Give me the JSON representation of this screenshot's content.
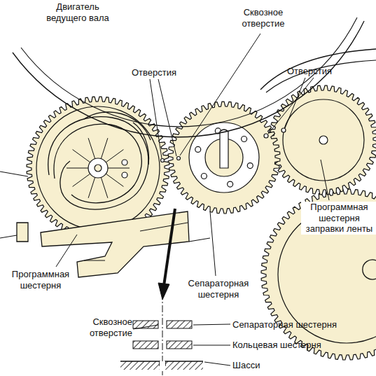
{
  "diagram": {
    "labels": [
      "Двигатель ведущего вала",
      "Сквозное отверстие",
      "Отверстия",
      "Отверстия",
      "Программная шестерня заправки ленты",
      "Программная шестерня",
      "Сепараторная шестерня",
      "Сквозное отверстие",
      "Сепараторная шестерня",
      "Кольцевая шестерня",
      "Шасси"
    ]
  }
}
